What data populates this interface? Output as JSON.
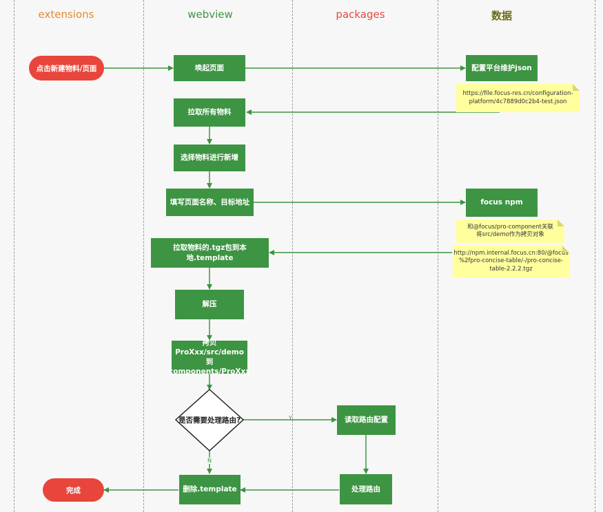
{
  "lanes": {
    "extensions": {
      "label": "extensions",
      "color": "#e8892a"
    },
    "webview": {
      "label": "webview",
      "color": "#3d9442"
    },
    "packages": {
      "label": "packages",
      "color": "#e8453c"
    },
    "data": {
      "label": "数据",
      "color": "#6b6b1a"
    }
  },
  "nodes": {
    "start": "点击新建物料/页面",
    "open_page": "唤起页面",
    "config_json": "配置平台维护json",
    "fetch_all": "拉取所有物料",
    "select_material": "选择物料进行新增",
    "fill_form": "填写页面名称、目标地址",
    "focus_npm": "focus npm",
    "pull_tgz": "拉取物料的.tgz包到本地.template",
    "unzip": "解压",
    "copy_line1": "拷贝",
    "copy_line2": "ProXxx/src/demo到",
    "copy_line3": "components/ProXxx",
    "decision": "是否需要处理路由?",
    "read_route": "读取路由配置",
    "handle_route": "处理路由",
    "delete_template": "删除.template",
    "done": "完成"
  },
  "notes": {
    "config_url_line1": "https://file.focus-res.cn/configuration-",
    "config_url_line2": "platform/4c7889d0c2b4-test.json",
    "related_line1": "和@focus/pro-component关联",
    "related_line2": "将src/demo作为拷贝对象",
    "npm_url_line1": "http://npm.internal.focus.cn:80/@focus",
    "npm_url_line2": "%2fpro-concise-table/-/pro-concise-",
    "npm_url_line3": "table-2.2.2.tgz"
  },
  "edge_labels": {
    "yes": "Y",
    "no": "N"
  },
  "colors": {
    "node_green": "#3d9442",
    "terminal_red": "#e8453c",
    "note_yellow": "#ffff9e",
    "arrow": "#3d9442"
  }
}
